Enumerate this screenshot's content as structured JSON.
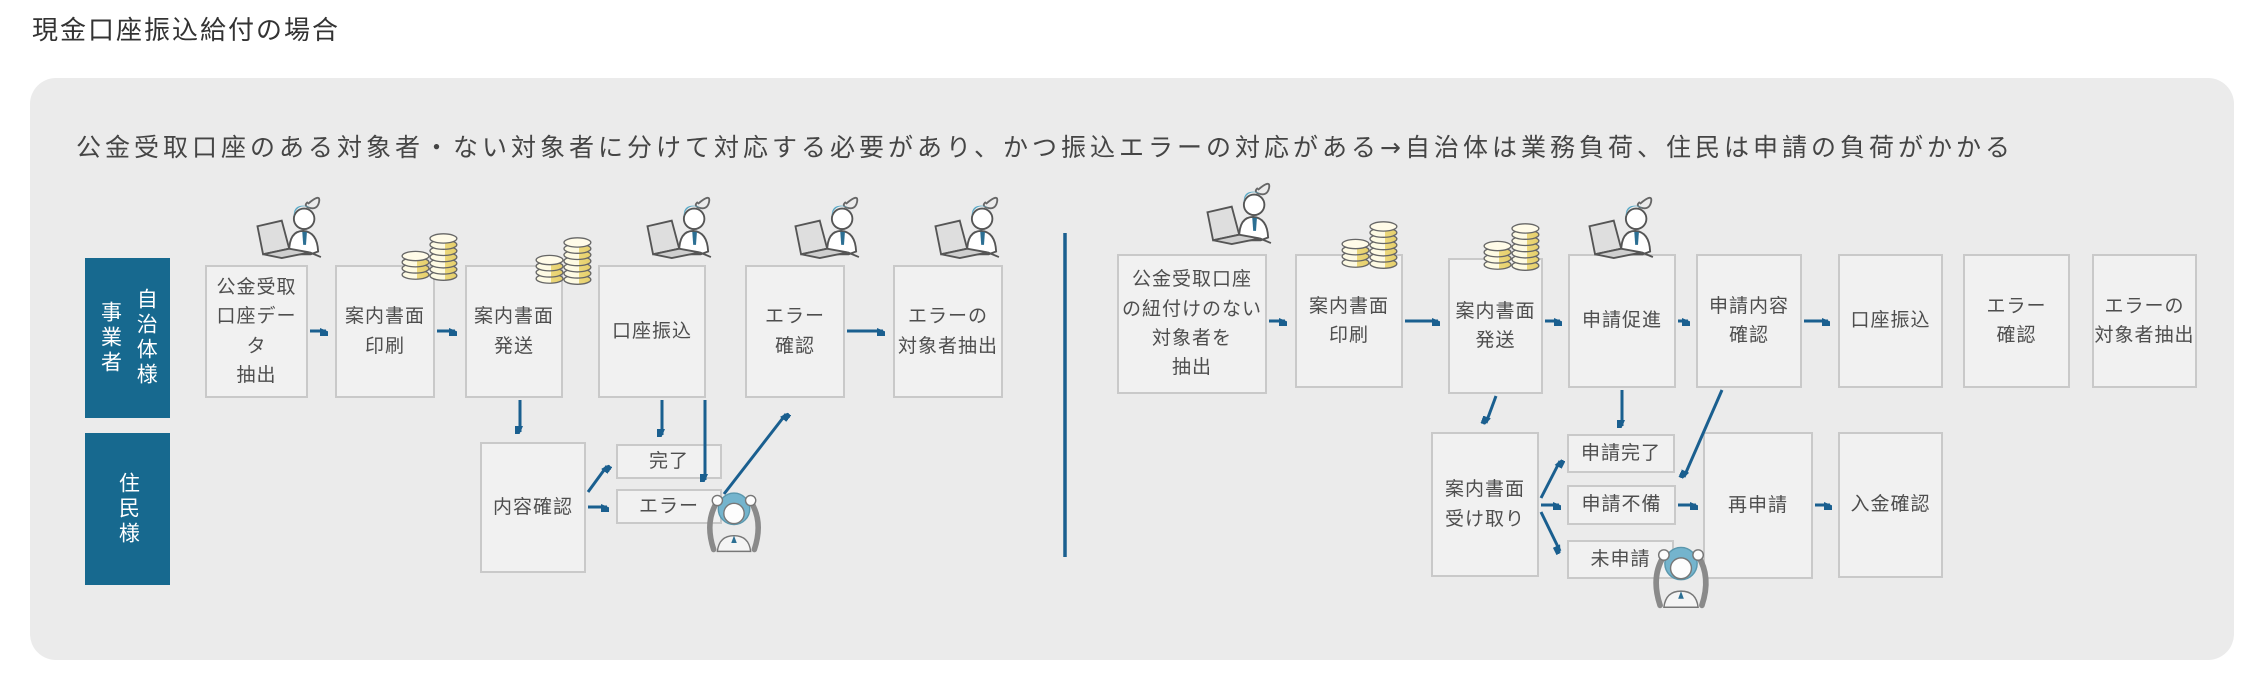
{
  "page": {
    "title": "現金口座振込給付の場合"
  },
  "panel": {
    "subtitle": "公金受取口座のある対象者・ない対象者に分けて対応する必要があり、かつ振込エラーの対応がある→自治体は業務負荷、住民は申請の負荷がかかる"
  },
  "lanes": {
    "municipality": {
      "line1": "自治体様",
      "line2": "事業者"
    },
    "residents": {
      "label": "住民様"
    }
  },
  "flow_left": {
    "steps": [
      {
        "label": "公金受取\n口座データ\n抽出"
      },
      {
        "label": "案内書面\n印刷"
      },
      {
        "label": "案内書面\n発送"
      },
      {
        "label": "口座振込"
      },
      {
        "label": "エラー\n確認"
      },
      {
        "label": "エラーの\n対象者抽出"
      }
    ],
    "resident": {
      "check": "内容確認",
      "done": "完了",
      "error": "エラー"
    }
  },
  "flow_right": {
    "steps": [
      {
        "label": "公金受取口座\nの紐付けのない\n対象者を\n抽出"
      },
      {
        "label": "案内書面\n印刷"
      },
      {
        "label": "案内書面\n発送"
      },
      {
        "label": "申請促進"
      },
      {
        "label": "申請内容\n確認"
      },
      {
        "label": "口座振込"
      },
      {
        "label": "エラー\n確認"
      },
      {
        "label": "エラーの\n対象者抽出"
      }
    ],
    "resident": {
      "receive": "案内書面\n受け取り",
      "completed": "申請完了",
      "incomplete": "申請不備",
      "not_applied": "未申請",
      "reapply": "再申請",
      "payment_check": "入金確認"
    }
  },
  "icons": {
    "worker": "worker-at-laptop-icon",
    "coins": "coin-stacks-icon",
    "stressed": "stressed-person-icon"
  },
  "colors": {
    "lane_blue": "#17698f",
    "arrow_blue": "#1a5f8f",
    "panel_bg": "#ebebeb",
    "box_bg": "#f1f1f1",
    "box_border": "#c9c9c9",
    "text": "#4e4e4e"
  }
}
